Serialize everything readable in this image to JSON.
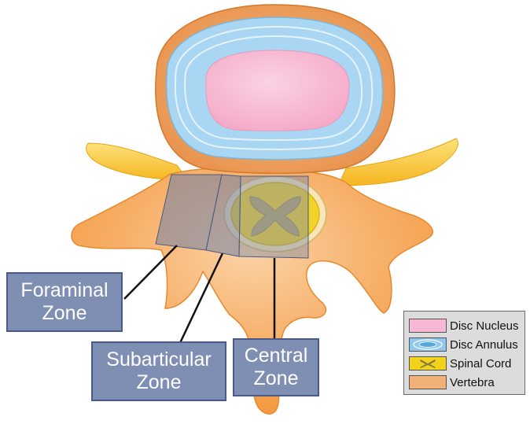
{
  "labels": {
    "foraminal": [
      "Foraminal",
      "Zone"
    ],
    "subarticular": [
      "Subarticular",
      "Zone"
    ],
    "central": [
      "Central",
      "Zone"
    ]
  },
  "legend": [
    {
      "label": "Disc Nucleus",
      "color": "#f7b8d3",
      "icon": "nucleus-swatch"
    },
    {
      "label": "Disc Annulus",
      "color": "#8fc8ec",
      "icon": "annulus-rings-swatch"
    },
    {
      "label": "Spinal Cord",
      "color": "#f2d21a",
      "icon": "spinal-cord-x-swatch"
    },
    {
      "label": "Vertebra",
      "color": "#f2b179",
      "icon": "vertebra-swatch"
    }
  ],
  "colors": {
    "vertebra": "#f6a24a",
    "vertebra_light": "#f8c38f",
    "disc_annulus": "#a9d6f2",
    "disc_nucleus": "#f8bfd6",
    "spinal_cord": "#f2d428",
    "zone_overlay": "#6f7fa5",
    "label_box": "#7e8fb3"
  }
}
